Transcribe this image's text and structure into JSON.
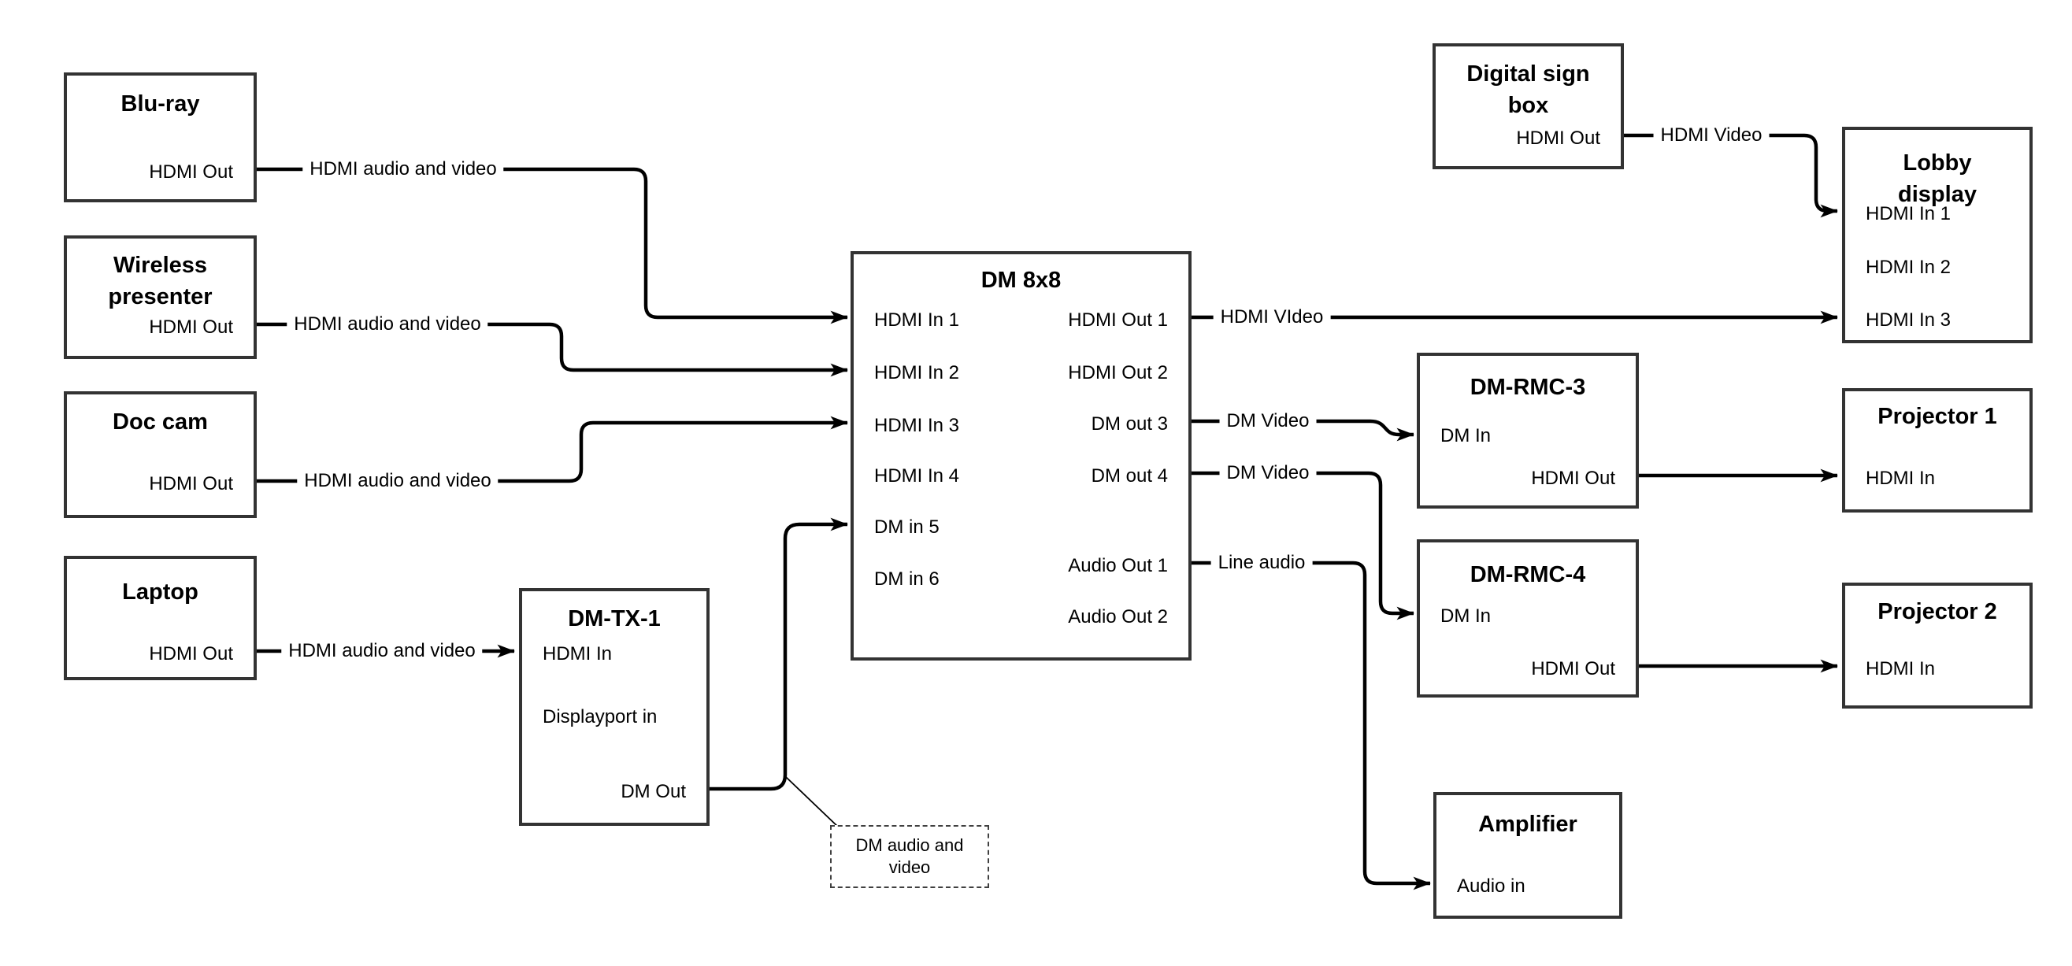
{
  "colors": {
    "background": "#ffffff",
    "wire": "#000000",
    "box_border": "#333333",
    "text": "#000000"
  },
  "nodes": {
    "bluray": {
      "title": "Blu-ray",
      "ports": {
        "hdmi_out": "HDMI Out"
      }
    },
    "wireless": {
      "title": "Wireless presenter",
      "ports": {
        "hdmi_out": "HDMI Out"
      }
    },
    "doccam": {
      "title": "Doc cam",
      "ports": {
        "hdmi_out": "HDMI Out"
      }
    },
    "laptop": {
      "title": "Laptop",
      "ports": {
        "hdmi_out": "HDMI Out"
      }
    },
    "dmtx1": {
      "title": "DM-TX-1",
      "ports": {
        "hdmi_in": "HDMI In",
        "displayport_in": "Displayport in",
        "dm_out": "DM Out"
      }
    },
    "dm8x8": {
      "title": "DM 8x8",
      "ports": {
        "in1": "HDMI In 1",
        "in2": "HDMI In 2",
        "in3": "HDMI In 3",
        "in4": "HDMI In 4",
        "in5": "DM in 5",
        "in6": "DM in 6",
        "out1": "HDMI Out 1",
        "out2": "HDMI Out 2",
        "out3": "DM out 3",
        "out4": "DM out 4",
        "aout1": "Audio Out 1",
        "aout2": "Audio Out 2"
      }
    },
    "signbox": {
      "title": "Digital sign box",
      "ports": {
        "hdmi_out": "HDMI Out"
      }
    },
    "lobby": {
      "title": "Lobby display",
      "ports": {
        "in1": "HDMI In 1",
        "in2": "HDMI In 2",
        "in3": "HDMI In 3"
      }
    },
    "rmc3": {
      "title": "DM-RMC-3",
      "ports": {
        "dm_in": "DM In",
        "hdmi_out": "HDMI Out"
      }
    },
    "proj1": {
      "title": "Projector 1",
      "ports": {
        "hdmi_in": "HDMI In"
      }
    },
    "rmc4": {
      "title": "DM-RMC-4",
      "ports": {
        "dm_in": "DM In",
        "hdmi_out": "HDMI Out"
      }
    },
    "proj2": {
      "title": "Projector 2",
      "ports": {
        "hdmi_in": "HDMI In"
      }
    },
    "amplifier": {
      "title": "Amplifier",
      "ports": {
        "audio_in": "Audio in"
      }
    }
  },
  "connections": [
    {
      "from": "bluray.hdmi_out",
      "to": "dm8x8.in1",
      "label": "HDMI audio and video"
    },
    {
      "from": "wireless.hdmi_out",
      "to": "dm8x8.in2",
      "label": "HDMI audio and video"
    },
    {
      "from": "doccam.hdmi_out",
      "to": "dm8x8.in3",
      "label": "HDMI audio and video"
    },
    {
      "from": "laptop.hdmi_out",
      "to": "dmtx1.hdmi_in",
      "label": "HDMI audio and video"
    },
    {
      "from": "dmtx1.dm_out",
      "to": "dm8x8.in5",
      "label": ""
    },
    {
      "from": "dm8x8.out1",
      "to": "lobby.in3",
      "label": "HDMI VIdeo"
    },
    {
      "from": "dm8x8.out3",
      "to": "rmc3.dm_in",
      "label": "DM Video"
    },
    {
      "from": "dm8x8.out4",
      "to": "rmc4.dm_in",
      "label": "DM Video"
    },
    {
      "from": "dm8x8.aout1",
      "to": "amplifier.audio_in",
      "label": "Line audio"
    },
    {
      "from": "signbox.hdmi_out",
      "to": "lobby.in1",
      "label": "HDMI Video"
    },
    {
      "from": "rmc3.hdmi_out",
      "to": "proj1.hdmi_in",
      "label": ""
    },
    {
      "from": "rmc4.hdmi_out",
      "to": "proj2.hdmi_in",
      "label": ""
    }
  ],
  "note": {
    "text": "DM audio and video"
  }
}
